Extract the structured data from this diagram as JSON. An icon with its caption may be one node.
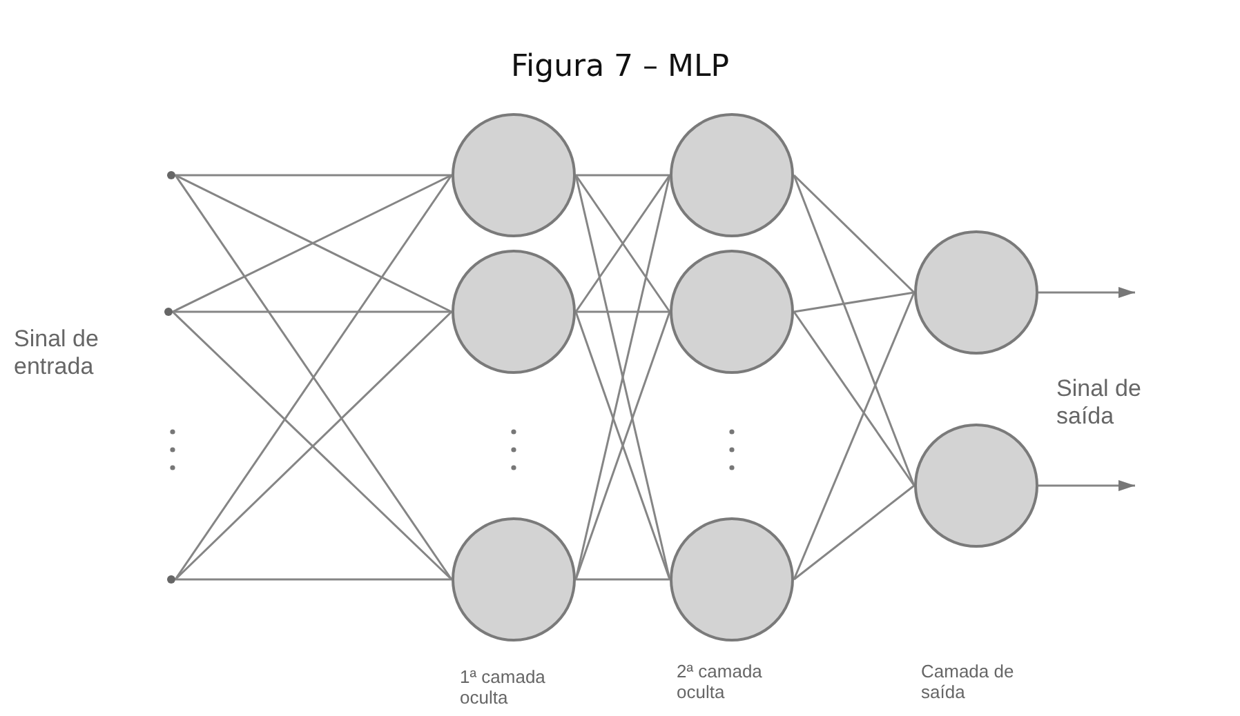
{
  "diagram": {
    "title": "Figura 7 – MLP",
    "nodes": [
      {
        "text": [],
        "shape": "circle"
      },
      {
        "text": [],
        "shape": "circle"
      },
      {
        "text": [],
        "shape": "circle"
      },
      {
        "text": [],
        "shape": "circle"
      },
      {
        "text": [],
        "shape": "circle"
      },
      {
        "text": [],
        "shape": "circle"
      },
      {
        "text": [],
        "shape": "circle"
      },
      {
        "text": [],
        "shape": "circle"
      },
      {
        "text": [],
        "shape": "circle"
      },
      {
        "text": [],
        "shape": "circle"
      },
      {
        "text": [],
        "shape": "circle"
      }
    ],
    "edges": [
      {
        "from": 0,
        "to": 3,
        "arrow": "none"
      },
      {
        "from": 0,
        "to": 4,
        "arrow": "none"
      },
      {
        "from": 0,
        "to": 5,
        "arrow": "none"
      },
      {
        "from": 1,
        "to": 3,
        "arrow": "none"
      },
      {
        "from": 1,
        "to": 4,
        "arrow": "none"
      },
      {
        "from": 1,
        "to": 5,
        "arrow": "none"
      },
      {
        "from": 2,
        "to": 3,
        "arrow": "none"
      },
      {
        "from": 2,
        "to": 4,
        "arrow": "none"
      },
      {
        "from": 2,
        "to": 5,
        "arrow": "none"
      },
      {
        "from": 3,
        "to": 6,
        "arrow": "none"
      },
      {
        "from": 3,
        "to": 7,
        "arrow": "none"
      },
      {
        "from": 3,
        "to": 8,
        "arrow": "none"
      },
      {
        "from": 4,
        "to": 6,
        "arrow": "none"
      },
      {
        "from": 4,
        "to": 7,
        "arrow": "none"
      },
      {
        "from": 4,
        "to": 8,
        "arrow": "none"
      },
      {
        "from": 5,
        "to": 6,
        "arrow": "none"
      },
      {
        "from": 5,
        "to": 7,
        "arrow": "none"
      },
      {
        "from": 5,
        "to": 8,
        "arrow": "none"
      },
      {
        "from": 6,
        "to": 9,
        "arrow": "none"
      },
      {
        "from": 6,
        "to": 10,
        "arrow": "none"
      },
      {
        "from": 7,
        "to": 9,
        "arrow": "none"
      },
      {
        "from": 7,
        "to": 10,
        "arrow": "none"
      },
      {
        "from": 8,
        "to": 9,
        "arrow": "none"
      },
      {
        "from": 8,
        "to": 10,
        "arrow": "none"
      },
      {
        "from": 9,
        "to": null,
        "arrow": "to"
      },
      {
        "from": 10,
        "to": null,
        "arrow": "to"
      }
    ],
    "labels": [
      "Sinal de entrada",
      "Sinal de saída",
      "1ª camada oculta",
      "2ª camada oculta",
      "Camada de saída"
    ]
  }
}
